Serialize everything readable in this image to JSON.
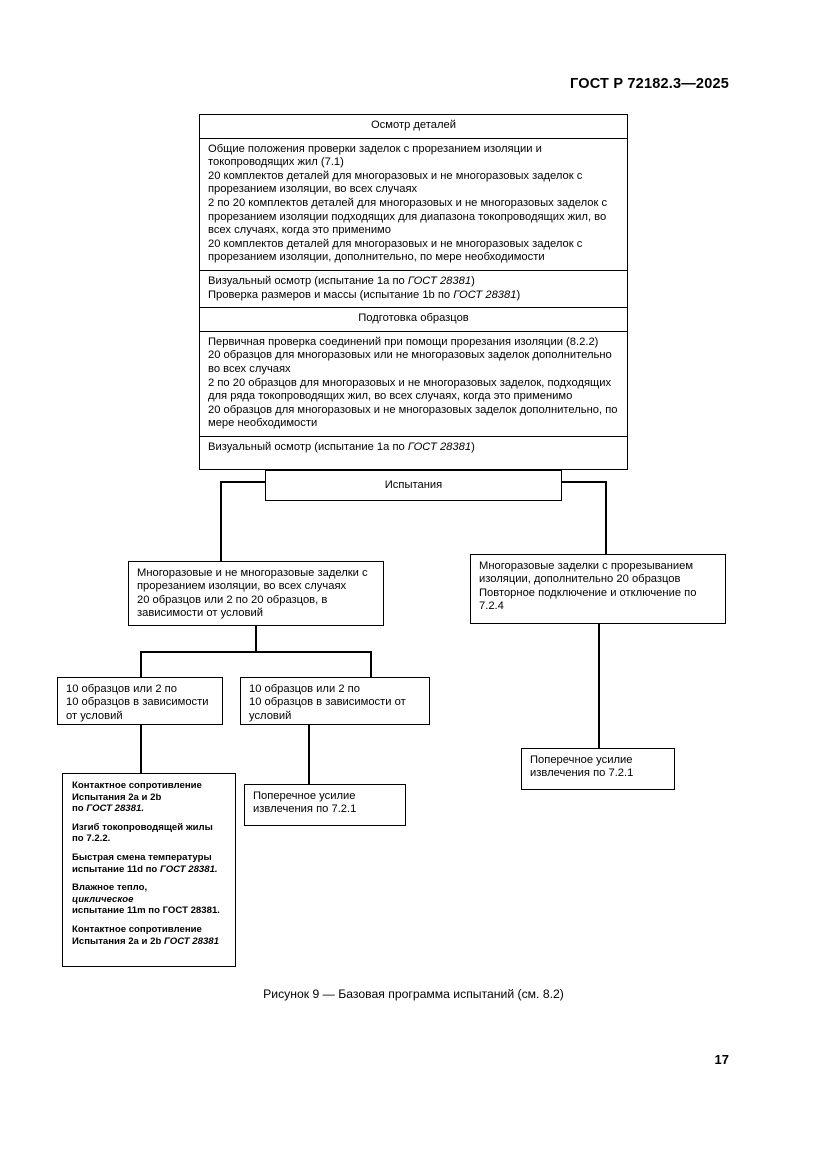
{
  "document": {
    "standard_header": "ГОСТ Р 72182.3—2025",
    "page_number": "17",
    "caption": "Рисунок 9 — Базовая программа испытаний (см. 8.2)"
  },
  "flowchart": {
    "inspection_block": {
      "title": "Осмотр деталей",
      "general_provisions": [
        "Общие положения проверки заделок с прорезанием изоляции и токопроводящих жил (7.1)",
        "20 комплектов деталей для многоразовых и не многоразовых заделок с прорезанием изоляции, во всех случаях",
        "2 по 20 комплектов деталей для многоразовых и не многоразовых заделок с прорезанием изоляции подходящих для диапазона токопроводящих жил, во всех случаях, когда это применимо",
        "20 комплектов деталей для многоразовых и не многоразовых заделок с прорезанием изоляции, дополнительно, по мере необходимости"
      ],
      "visual_check": [
        "Визуальный осмотр (испытание 1a по ГОСТ 28381)",
        "Проверка размеров и массы (испытание 1b по ГОСТ 28381)"
      ]
    },
    "preparation_block": {
      "title": "Подготовка образцов",
      "items": [
        "Первичная проверка соединений при помощи прорезания изоляции (8.2.2)",
        "20 образцов для многоразовых или не многоразовых заделок дополнительно во всех случаях",
        "2 по 20 образцов для многоразовых и не многоразовых заделок, подходящих для ряда токопроводящих жил, во всех случаях, когда это применимо",
        "20 образцов для многоразовых и не многоразовых заделок дополнительно, по мере необходимости"
      ],
      "visual_check": "Визуальный осмотр (испытание 1a по ГОСТ 28381)"
    },
    "tests_node": {
      "label": "Испытания"
    },
    "branch_left": {
      "lines": [
        "Многоразовые и не многоразовые заделки с",
        "прорезанием изоляции, во всех случаях",
        "20 образцов или 2 по 20 образцов, в",
        "зависимости от условий"
      ]
    },
    "branch_right": {
      "lines": [
        "Многоразовые заделки с прорезыванием",
        "изоляции, дополнительно 20 образцов",
        "Повторное подключение и отключение по 7.2.4"
      ]
    },
    "samples_left": {
      "lines": [
        "10 образцов или 2 по",
        "10 образцов в зависимости",
        "от условий"
      ]
    },
    "samples_right": {
      "lines": [
        "10 образцов или 2 по",
        "10 образцов в зависимости от",
        "условий"
      ]
    },
    "tests_detail": {
      "groups": [
        [
          "Контактное сопротивление",
          "Испытания 2a и 2b",
          "по ГОСТ 28381."
        ],
        [
          "Изгиб токопроводящей жилы",
          "по 7.2.2."
        ],
        [
          "Быстрая смена температуры",
          "испытание 11d по ГОСТ 28381."
        ],
        [
          "Влажное тепло,",
          "циклическое",
          "испытание 11m по ГОСТ 28381."
        ],
        [
          "Контактное сопротивление",
          "Испытания 2a и 2b ГОСТ 28381"
        ]
      ]
    },
    "pullout_left": {
      "lines": [
        "Поперечное усилие",
        "извлечения по 7.2.1"
      ]
    },
    "pullout_right": {
      "lines": [
        "Поперечное усилие",
        "извлечения по 7.2.1"
      ]
    }
  }
}
